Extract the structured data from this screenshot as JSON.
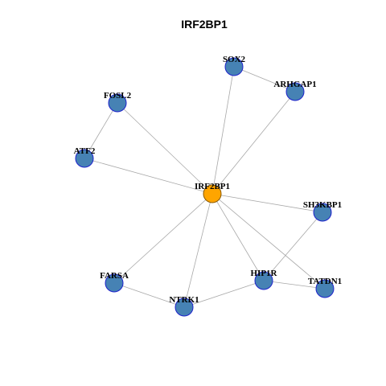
{
  "title": "IRF2BP1",
  "colors": {
    "node_fill": "#4682B4",
    "node_stroke": "#1E22CC",
    "hub_fill": "#FFA500",
    "hub_stroke": "#8B5A00",
    "edge": "#a8a8a8"
  },
  "nodes": [
    {
      "id": "IRF2BP1",
      "label": "IRF2BP1",
      "hub": true
    },
    {
      "id": "SOX2",
      "label": "SOX2"
    },
    {
      "id": "ARHGAP1",
      "label": "ARHGAP1"
    },
    {
      "id": "FOSL2",
      "label": "FOSL2"
    },
    {
      "id": "ATF2",
      "label": "ATF2"
    },
    {
      "id": "SH3KBP1",
      "label": "SH3KBP1"
    },
    {
      "id": "FARSA",
      "label": "FARSA"
    },
    {
      "id": "HIP1R",
      "label": "HIP1R"
    },
    {
      "id": "TATDN1",
      "label": "TATDN1"
    },
    {
      "id": "NTRK1",
      "label": "NTRK1"
    }
  ],
  "edges": [
    [
      "IRF2BP1",
      "SOX2"
    ],
    [
      "IRF2BP1",
      "ARHGAP1"
    ],
    [
      "IRF2BP1",
      "FOSL2"
    ],
    [
      "IRF2BP1",
      "ATF2"
    ],
    [
      "IRF2BP1",
      "SH3KBP1"
    ],
    [
      "IRF2BP1",
      "FARSA"
    ],
    [
      "IRF2BP1",
      "HIP1R"
    ],
    [
      "IRF2BP1",
      "TATDN1"
    ],
    [
      "IRF2BP1",
      "NTRK1"
    ],
    [
      "SOX2",
      "ARHGAP1"
    ],
    [
      "FOSL2",
      "ATF2"
    ],
    [
      "SH3KBP1",
      "HIP1R"
    ],
    [
      "FARSA",
      "NTRK1"
    ],
    [
      "NTRK1",
      "HIP1R"
    ],
    [
      "HIP1R",
      "TATDN1"
    ]
  ]
}
